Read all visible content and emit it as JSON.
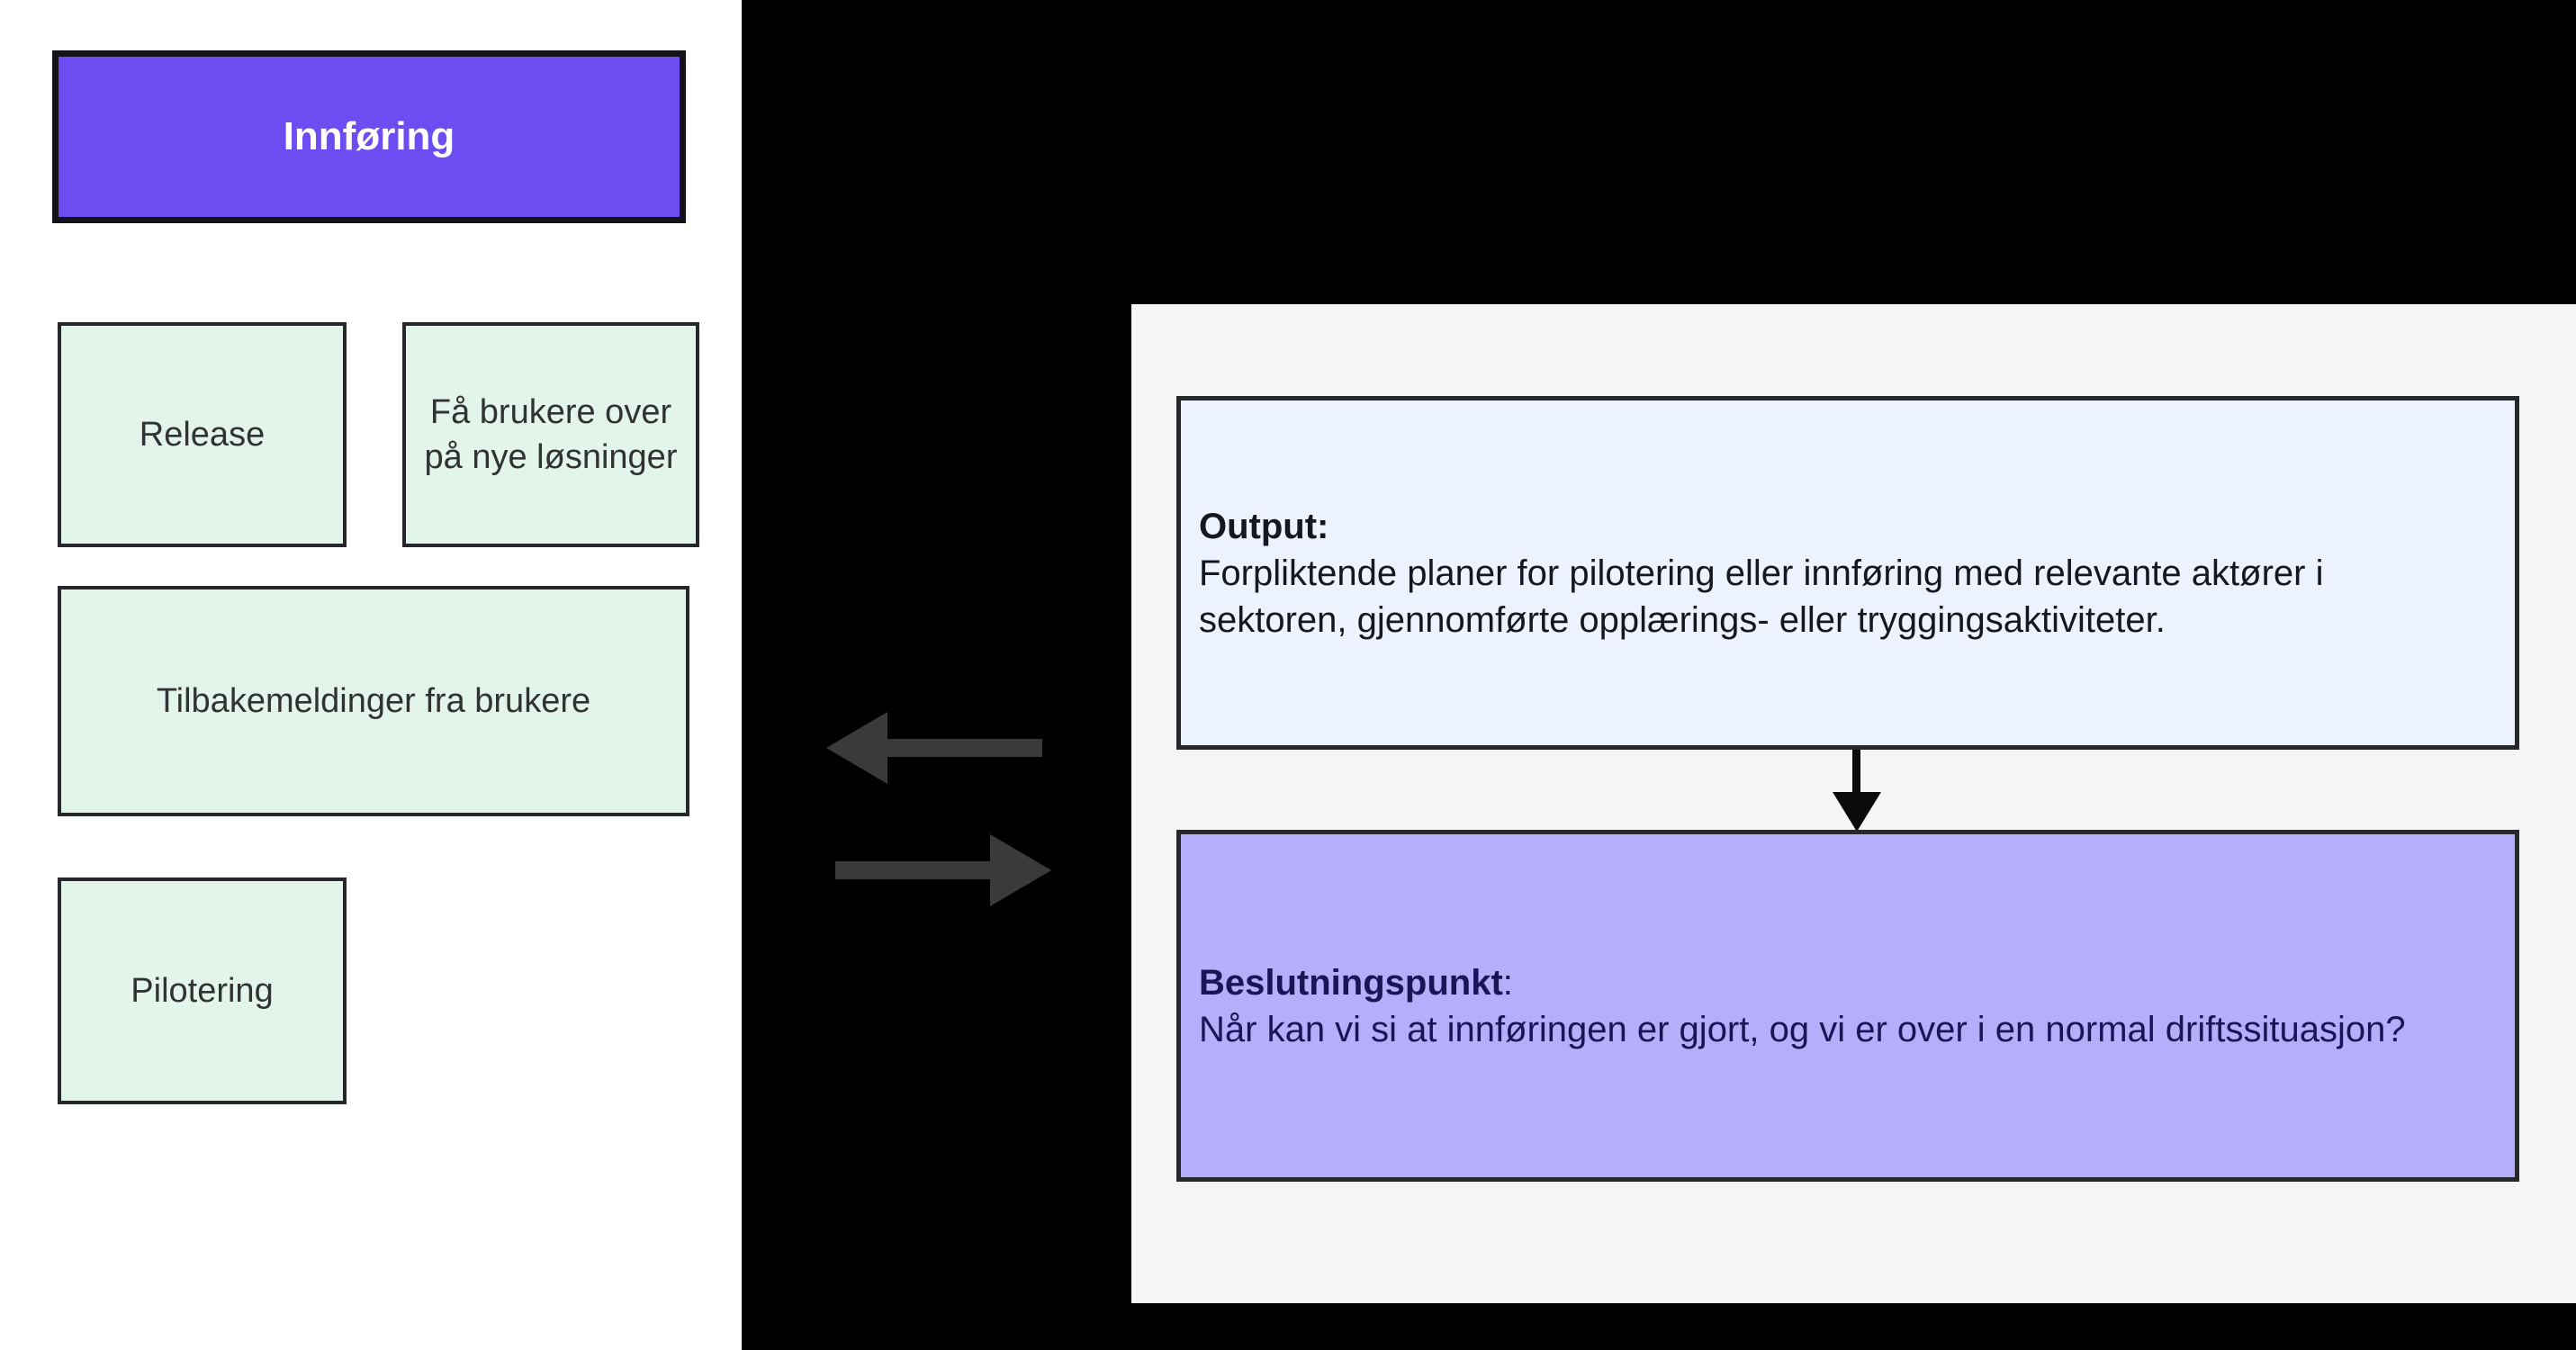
{
  "palette": {
    "page-bg": "#000000",
    "left-panel-bg": "#ffffff",
    "right-panel-bg": "#f5f5f6",
    "phase-fill": "#6c4df2",
    "phase-border": "#121218",
    "phase-text": "#ffffff",
    "activity-fill": "#e3f5ea",
    "activity-text": "#303234",
    "box-border": "#26282c",
    "output-fill": "#ecf3fe",
    "output-text": "#16181f",
    "decision-fill": "#b5aefb",
    "decision-text": "#1c1457",
    "exchange-arrow": "#3a3a3c",
    "flow-arrow": "#0b0b0b"
  },
  "left_panel": {
    "phase_box": {
      "label": "Innføring"
    },
    "activity_boxes": [
      {
        "label": "Release"
      },
      {
        "label": "Få brukere over på nye løsninger"
      },
      {
        "label": "Tilbakemeldinger fra brukere"
      },
      {
        "label": "Pilotering"
      }
    ]
  },
  "right_panel": {
    "output_box": {
      "heading": "Output:",
      "body": "Forpliktende planer for pilotering eller innføring med relevante aktører i sektoren, gjennomførte opplærings- eller tryggingsaktiviteter."
    },
    "decision_box": {
      "heading": "Beslutningspunkt",
      "heading_suffix": ":",
      "body": "Når kan vi si at innføringen er gjort, og vi er over i en normal driftssituasjon?"
    }
  }
}
